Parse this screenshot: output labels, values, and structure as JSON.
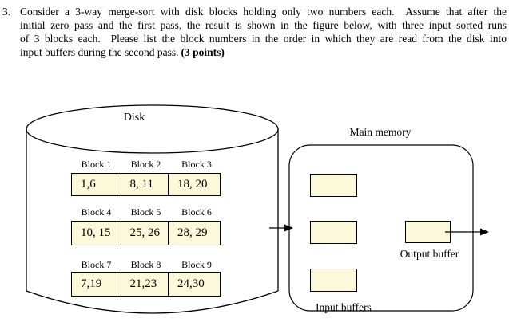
{
  "question": {
    "number": "3.",
    "lines": [
      "Consider a 3-way merge-sort with disk blocks holding only two numbers each.  Assume that after the",
      "initial zero pass and the first pass, the result is shown in the figure below, with three input sorted runs",
      "of 3 blocks each.  Please list the block numbers in the order in which they are read from the disk into",
      "input buffers during the second pass."
    ],
    "points": "(3 points)"
  },
  "figure": {
    "disk": {
      "label": "Disk",
      "runs": [
        {
          "blocks": [
            {
              "label": "Block 1",
              "value": "1,6"
            },
            {
              "label": "Block 2",
              "value": "8, 11"
            },
            {
              "label": "Block 3",
              "value": "18, 20"
            }
          ]
        },
        {
          "blocks": [
            {
              "label": "Block 4",
              "value": "10, 15"
            },
            {
              "label": "Block 5",
              "value": "25, 26"
            },
            {
              "label": "Block 6",
              "value": "28, 29"
            }
          ]
        },
        {
          "blocks": [
            {
              "label": "Block 7",
              "value": "7,19"
            },
            {
              "label": "Block 8",
              "value": "21,23"
            },
            {
              "label": "Block 9",
              "value": "24,30"
            }
          ]
        }
      ]
    },
    "memory": {
      "label": "Main memory",
      "input_buffers_label": "Input buffers",
      "output_buffer_label": "Output buffer"
    },
    "colors": {
      "block_fill": "#FCF8DA",
      "outline": "#000000"
    }
  }
}
